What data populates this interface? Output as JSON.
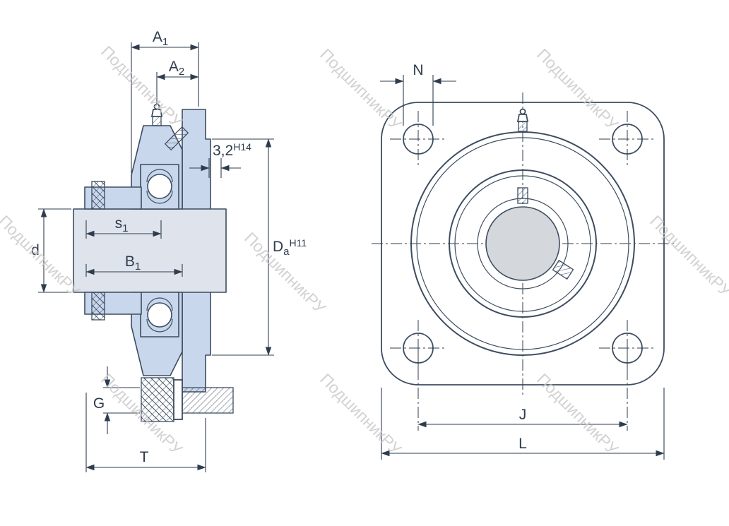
{
  "watermark": {
    "text": "ПодшипникРУ"
  },
  "dimensions": {
    "a1": {
      "base": "A",
      "sub": "1"
    },
    "a2": {
      "base": "A",
      "sub": "2"
    },
    "surface": {
      "value": "3,2",
      "grade": "H14"
    },
    "s1": {
      "base": "s",
      "sub": "1"
    },
    "d": {
      "base": "d"
    },
    "b1": {
      "base": "B",
      "sub": "1"
    },
    "da": {
      "base": "D",
      "sub": "a",
      "grade": "H11"
    },
    "g": {
      "base": "G"
    },
    "t": {
      "base": "T"
    },
    "n": {
      "base": "N"
    },
    "j": {
      "base": "J"
    },
    "l": {
      "base": "L"
    }
  },
  "colors": {
    "housing_fill": "#c8d7eb",
    "shaft_fill": "#dfe4ec",
    "shaft_end_fill": "#d4d7dc",
    "outline": "#3d4d61",
    "dimension": "#2e3c4e",
    "watermark": "#c7c7c7"
  }
}
